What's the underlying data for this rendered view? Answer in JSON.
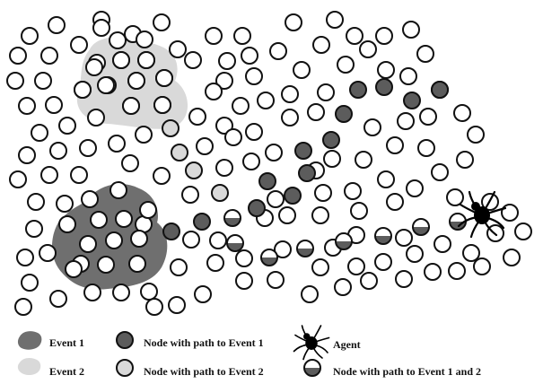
{
  "colors": {
    "background": "#ffffff",
    "empty_node_fill": "#ffffff",
    "node_stroke": "#111111",
    "event1_fill": "#6f6f6f",
    "event2_fill": "#d9d9d9",
    "path1_fill": "#5c5c5c",
    "path2_fill": "#d9d9d9",
    "agent": "#000000"
  },
  "legend": {
    "event1": "Event 1",
    "event2": "Event 2",
    "path1": "Node with path to Event 1",
    "path2": "Node with path to Event 2",
    "agent": "Agent",
    "both": "Node with path to Event 1 and 2"
  },
  "icons": {
    "agent": "spider-icon",
    "event_region": "blob-shape",
    "node": "circle-node"
  }
}
